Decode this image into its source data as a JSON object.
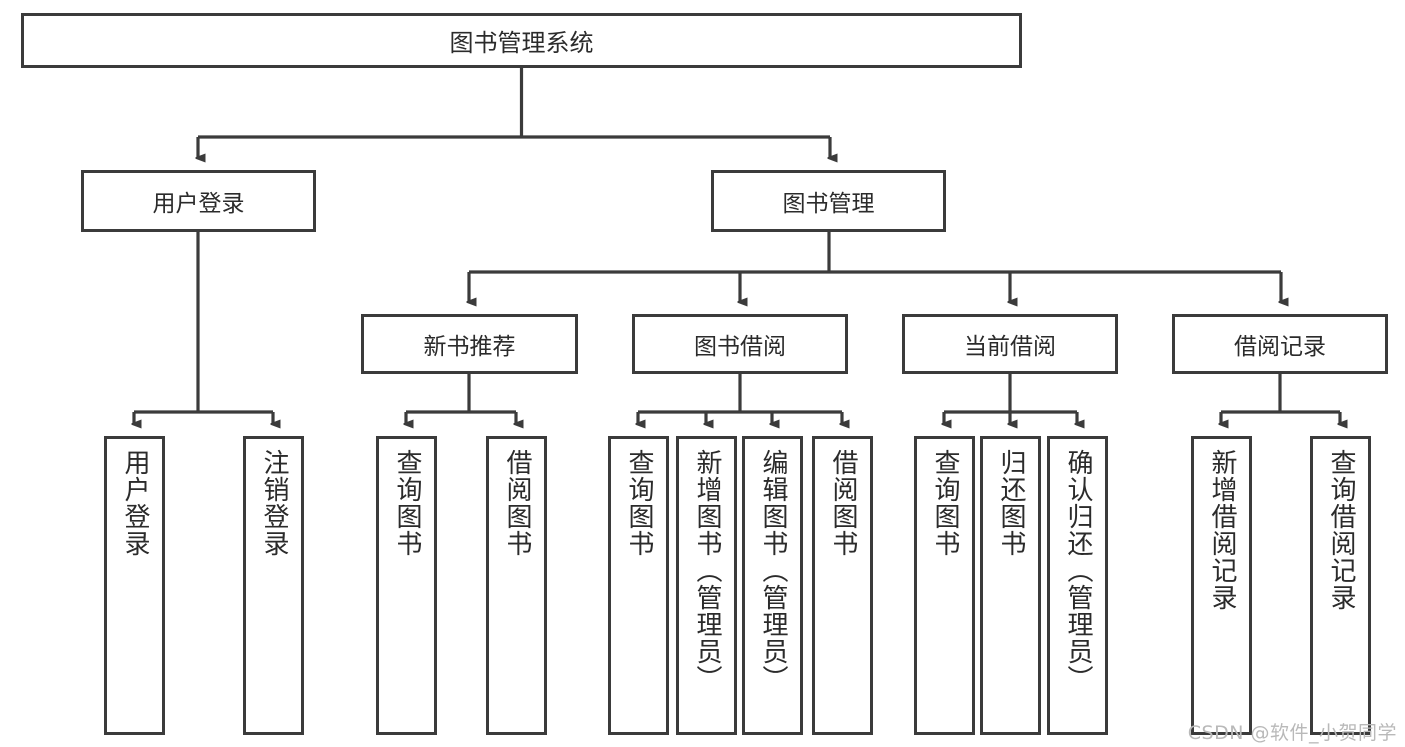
{
  "diagram": {
    "title": "图书管理系统",
    "type": "tree",
    "style": {
      "box_border_color": "#3b3b3b",
      "box_fill": "#ffffff",
      "text_color": "#2b2b2b",
      "background": "#ffffff"
    },
    "root": {
      "label": "图书管理系统"
    },
    "level1": [
      {
        "label": "用户登录"
      },
      {
        "label": "图书管理"
      }
    ],
    "level2": [
      {
        "label": "新书推荐"
      },
      {
        "label": "图书借阅"
      },
      {
        "label": "当前借阅"
      },
      {
        "label": "借阅记录"
      }
    ],
    "leaves": {
      "user_login": [
        {
          "label": "用户登录"
        },
        {
          "label": "注销登录"
        }
      ],
      "new_book_recommend": [
        {
          "label": "查询图书"
        },
        {
          "label": "借阅图书"
        }
      ],
      "book_borrow": [
        {
          "label": "查询图书"
        },
        {
          "label": "新增图书（管理员）"
        },
        {
          "label": "编辑图书（管理员）"
        },
        {
          "label": "借阅图书"
        }
      ],
      "current_borrow": [
        {
          "label": "查询图书"
        },
        {
          "label": "归还图书"
        },
        {
          "label": "确认归还（管理员）"
        }
      ],
      "borrow_record": [
        {
          "label": "新增借阅记录"
        },
        {
          "label": "查询借阅记录"
        }
      ]
    }
  },
  "watermark": {
    "text": "CSDN @软件_小贺同学"
  }
}
